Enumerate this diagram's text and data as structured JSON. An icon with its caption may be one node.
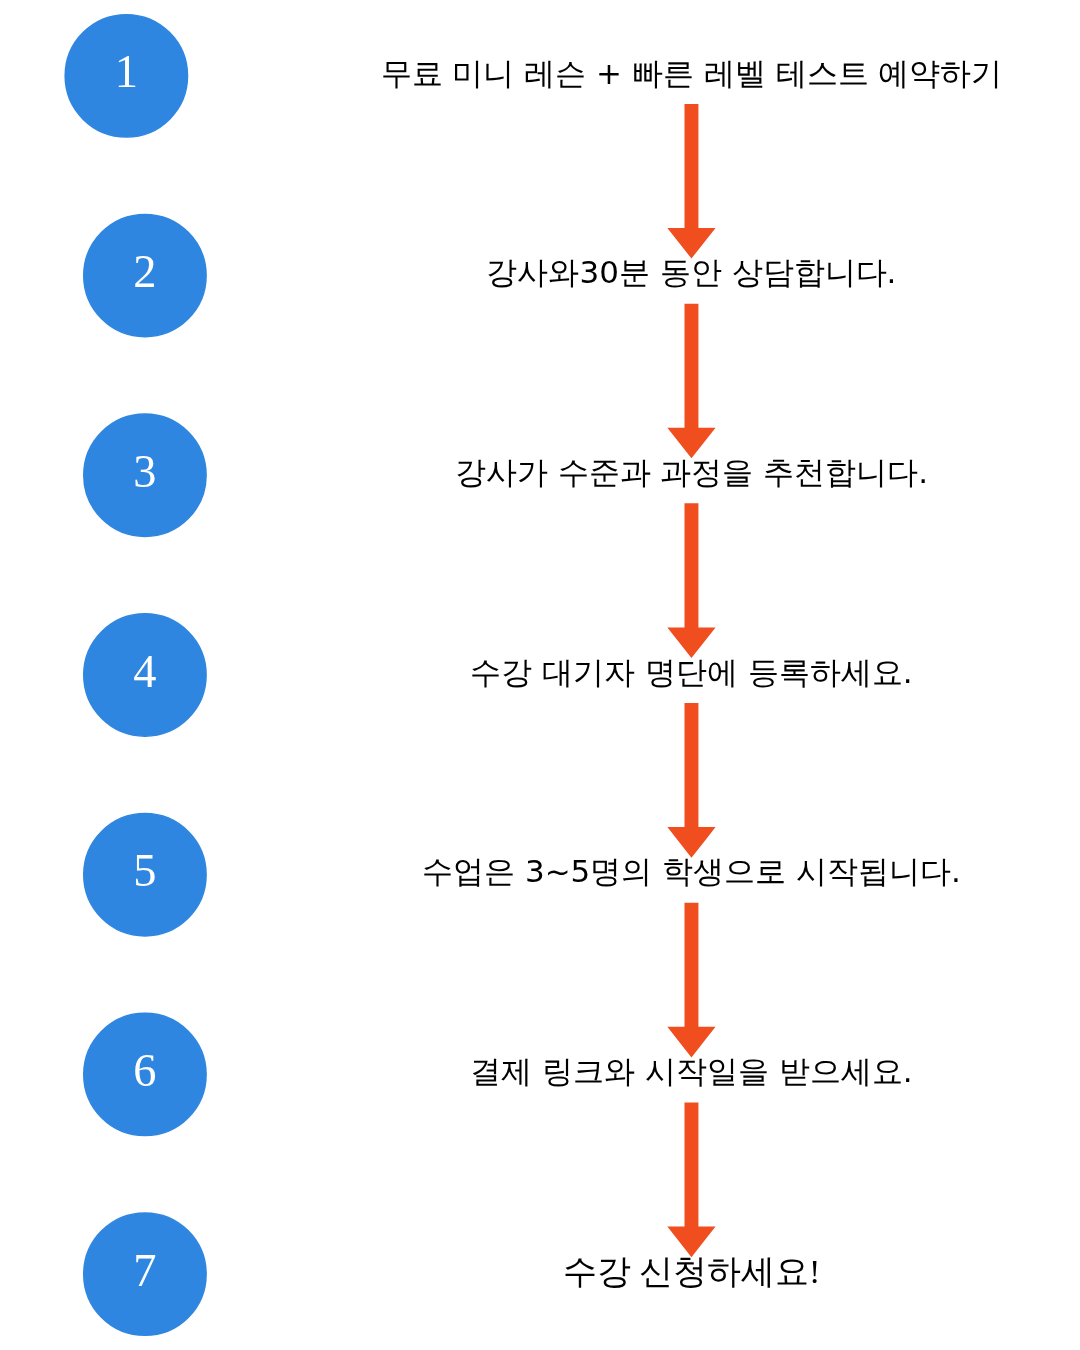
{
  "diagram": {
    "nodes": [
      {
        "text": [
          "1"
        ]
      },
      {
        "text": [
          "무료 미니 레슨 + 빠른 레벨 테스트 예약하기"
        ]
      },
      {
        "text": [
          "2"
        ]
      },
      {
        "text": [
          "강사와30분 동안 상담합니다."
        ]
      },
      {
        "text": [
          "3"
        ]
      },
      {
        "text": [
          "강사가 수준과 과정을 추천합니다."
        ]
      },
      {
        "text": [
          "4"
        ]
      },
      {
        "text": [
          "수강 대기자 명단에 등록하세요."
        ]
      },
      {
        "text": [
          "5"
        ]
      },
      {
        "text": [
          "수업은 3~5명의 학생으로 시작됩니다."
        ]
      },
      {
        "text": [
          "6"
        ]
      },
      {
        "text": [
          "결제 링크와 시작일을 받으세요."
        ]
      },
      {
        "text": [
          "7"
        ]
      },
      {
        "text": [
          "수강 신청하세요!"
        ]
      }
    ],
    "edges": [
      {
        "from": 1,
        "to": 3,
        "arrow": "to"
      },
      {
        "from": 3,
        "to": 5,
        "arrow": "to"
      },
      {
        "from": 5,
        "to": 7,
        "arrow": "to"
      },
      {
        "from": 7,
        "to": 9,
        "arrow": "to"
      },
      {
        "from": 9,
        "to": 11,
        "arrow": "to"
      },
      {
        "from": 11,
        "to": 13,
        "arrow": "to"
      }
    ]
  }
}
